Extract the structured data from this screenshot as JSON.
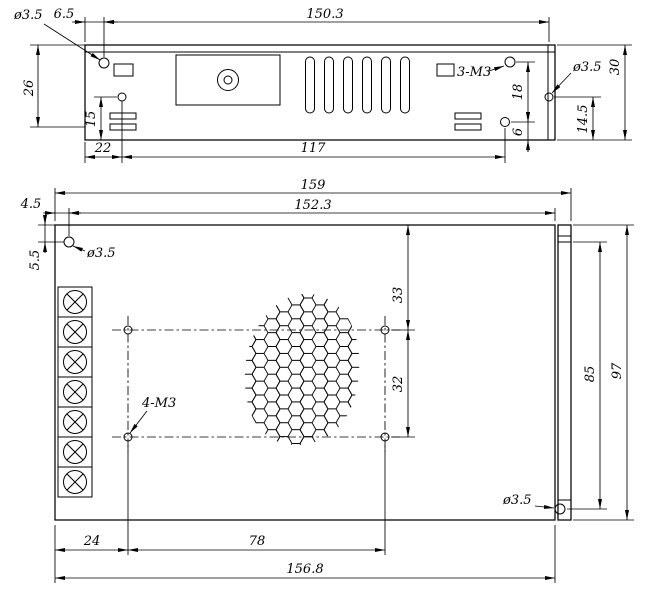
{
  "drawing": {
    "background": "#ffffff",
    "ink": "#000000",
    "views": {
      "side": {
        "labels": {
          "dia_left": "ø3.5",
          "d6_5": "6.5",
          "d150_3": "150.3",
          "d26": "26",
          "d15": "15",
          "d22": "22",
          "d117": "117",
          "thread": "3-M3",
          "dia_right": "ø3.5",
          "d18": "18",
          "d6": "6",
          "d14_5": "14.5",
          "d30": "30"
        }
      },
      "plan": {
        "labels": {
          "d159": "159",
          "d152_3": "152.3",
          "d4_5": "4.5",
          "d5_5": "5.5",
          "dia_top_left": "ø3.5",
          "d33": "33",
          "d32": "32",
          "d85": "85",
          "d97": "97",
          "thread": "4-M3",
          "d24": "24",
          "d78": "78",
          "d156_8": "156.8",
          "dia_bottom_right": "ø3.5"
        }
      }
    }
  }
}
